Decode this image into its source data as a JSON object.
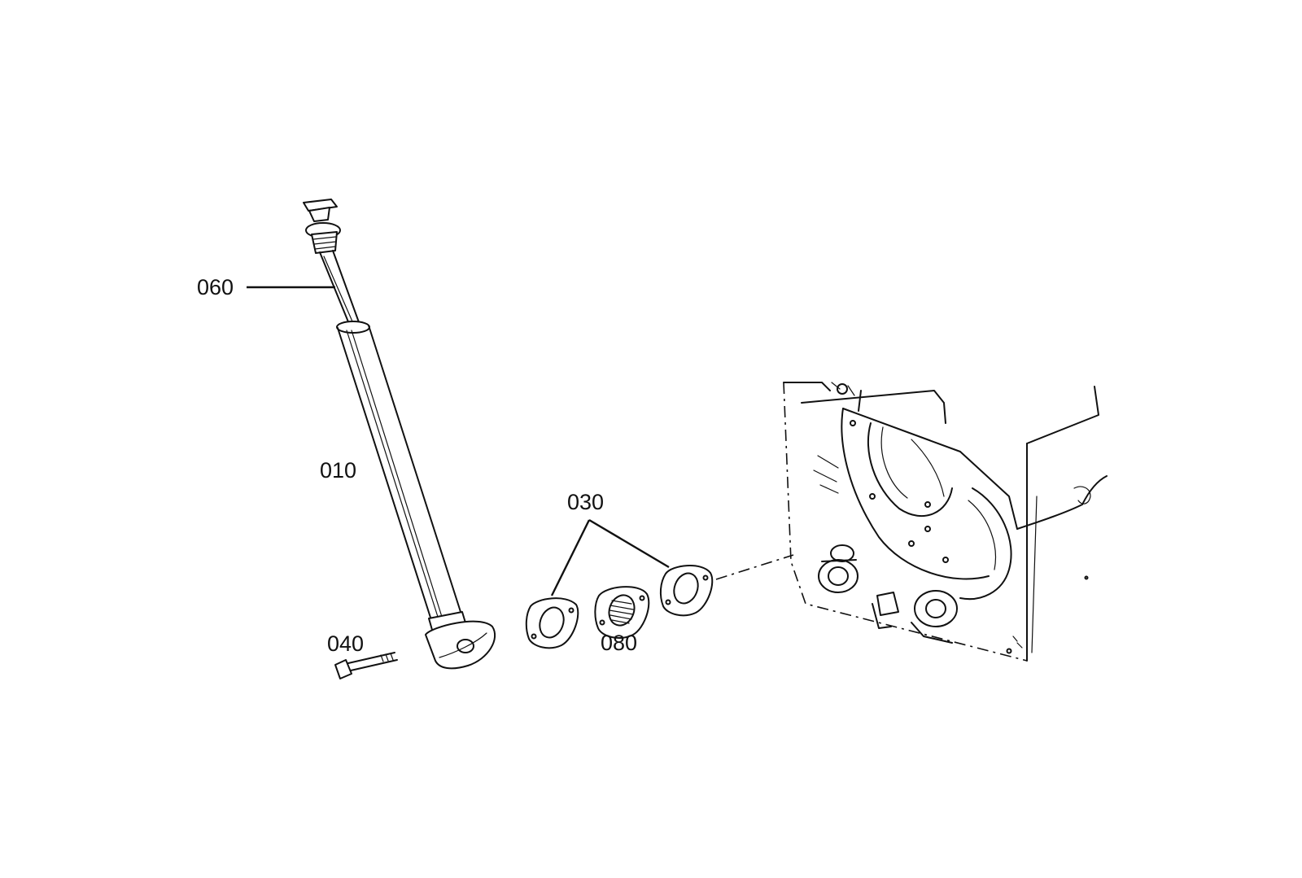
{
  "callouts": {
    "c060": "060",
    "c010": "010",
    "c030": "030",
    "c040": "040",
    "c080": "080"
  },
  "colors": {
    "ink": "#111111",
    "paper": "#ffffff"
  }
}
